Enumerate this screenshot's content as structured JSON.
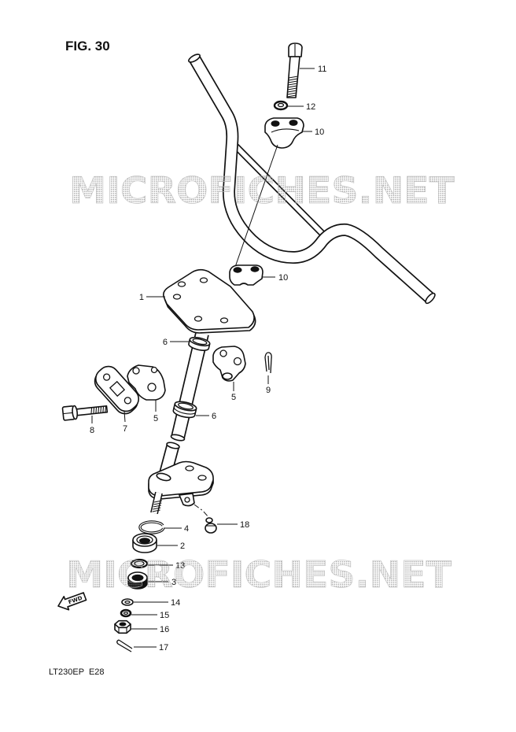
{
  "figure": {
    "title": "FIG. 30",
    "model_code": "LT230EP  E28"
  },
  "watermark": "MICROFICHES.NET",
  "fwd_label": "FWD",
  "callouts": [
    "11",
    "12",
    "10",
    "10",
    "1",
    "6",
    "9",
    "5",
    "5",
    "6",
    "7",
    "8",
    "18",
    "4",
    "2",
    "13",
    "3",
    "14",
    "15",
    "16",
    "17"
  ]
}
